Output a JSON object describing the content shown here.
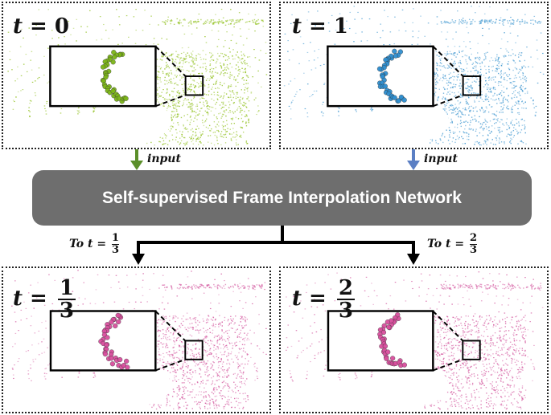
{
  "panels": [
    {
      "id": "t0",
      "label_prefix": "t = ",
      "label_value": "0",
      "color": "#8fbf1a",
      "dot": "#7cb518"
    },
    {
      "id": "t1",
      "label_prefix": "t = ",
      "label_value": "1",
      "color": "#3f97d0",
      "dot": "#2f8fd0"
    },
    {
      "id": "t13",
      "label_prefix": "t = ",
      "frac_num": "1",
      "frac_den": "3",
      "color": "#d45aa0",
      "dot": "#d94f9e"
    },
    {
      "id": "t23",
      "label_prefix": "t = ",
      "frac_num": "2",
      "frac_den": "3",
      "color": "#d45aa0",
      "dot": "#d94f9e"
    }
  ],
  "network": {
    "label": "Self-supervised Frame Interpolation Network",
    "color": "#6e6e6e"
  },
  "inputs": {
    "left_label": "input",
    "right_label": "input",
    "left_color": "#5b8f2a",
    "right_color": "#5b7fc4"
  },
  "outputs": {
    "left": {
      "prefix": "To t = ",
      "num": "1",
      "den": "3"
    },
    "right": {
      "prefix": "To t = ",
      "num": "2",
      "den": "3"
    }
  }
}
